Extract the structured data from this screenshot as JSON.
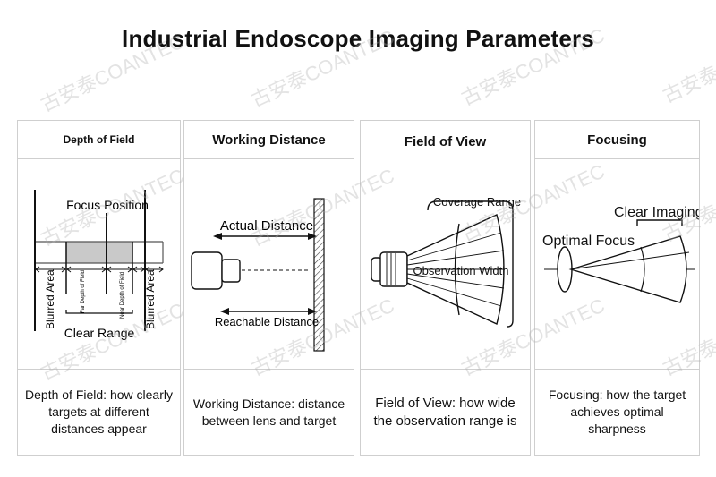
{
  "title": "Industrial Endoscope Imaging Parameters",
  "watermark": "古安泰COANTEC",
  "panels": {
    "dof": {
      "header": "Depth of Field",
      "focus_position": "Focus Position",
      "blurred_left": "Blurred Area",
      "blurred_right": "Blurred Area",
      "far_dof": "Far Depth of Field",
      "near_dof": "Near Depth of Field",
      "clear_range": "Clear Range",
      "caption_1": "Depth of Field: how clearly",
      "caption_2": "targets at different",
      "caption_3": "distances appear"
    },
    "wd": {
      "header": "Working Distance",
      "actual": "Actual Distance",
      "reachable": "Reachable Distance",
      "caption_1": "Working Distance: distance",
      "caption_2": "between lens and target"
    },
    "fov": {
      "header": "Field of View",
      "coverage": "Coverage Range",
      "observation": "Observation Width",
      "caption_1": "Field of View: how wide",
      "caption_2": "the observation range is"
    },
    "focus": {
      "header": "Focusing",
      "clear_imaging": "Clear Imaging",
      "optimal_focus": "Optimal Focus",
      "caption_1": "Focusing: how the target",
      "caption_2": "achieves optimal",
      "caption_3": "sharpness"
    }
  }
}
